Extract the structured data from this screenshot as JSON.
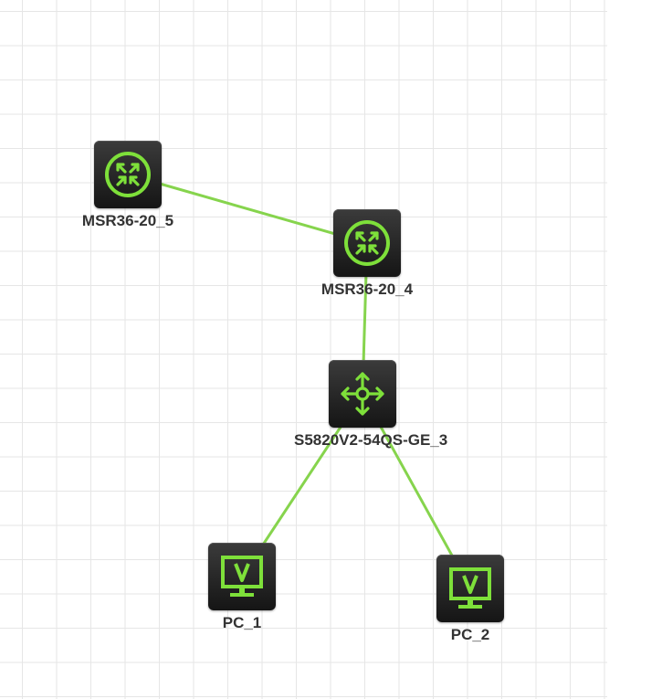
{
  "colors": {
    "link": "#86d44d",
    "icon": "#7ee03a",
    "tile": "#1f1f1f",
    "grid": "#e6e6e6"
  },
  "devices": {
    "msr5": {
      "label": "MSR36-20_5",
      "icon": "router-icon"
    },
    "msr4": {
      "label": "MSR36-20_4",
      "icon": "router-icon"
    },
    "switch": {
      "label": "S5820V2-54QS-GE_3",
      "icon": "switch-icon"
    },
    "pc1": {
      "label": "PC_1",
      "icon": "pc-icon"
    },
    "pc2": {
      "label": "PC_2",
      "icon": "pc-icon"
    }
  },
  "links": [
    {
      "from": "MSR36-20_5",
      "to": "MSR36-20_4"
    },
    {
      "from": "MSR36-20_4",
      "to": "S5820V2-54QS-GE_3"
    },
    {
      "from": "S5820V2-54QS-GE_3",
      "to": "PC_1"
    },
    {
      "from": "S5820V2-54QS-GE_3",
      "to": "PC_2"
    }
  ]
}
